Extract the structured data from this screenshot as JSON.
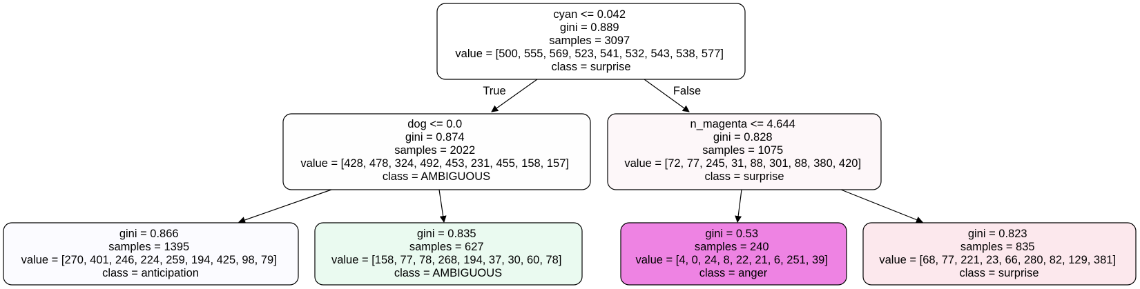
{
  "nodes": {
    "root": {
      "lines": [
        "cyan <= 0.042",
        "gini = 0.889",
        "samples = 3097",
        "value = [500, 555, 569, 523, 541, 532, 543, 538, 577]",
        "class = surprise"
      ],
      "fill": "#ffffff"
    },
    "left": {
      "lines": [
        "dog <= 0.0",
        "gini = 0.874",
        "samples = 2022",
        "value = [428, 478, 324, 492, 453, 231, 455, 158, 157]",
        "class = AMBIGUOUS"
      ],
      "fill": "#fefefe"
    },
    "right": {
      "lines": [
        "n_magenta <= 4.644",
        "gini = 0.828",
        "samples = 1075",
        "value = [72, 77, 245, 31, 88, 301, 88, 380, 420]",
        "class = surprise"
      ],
      "fill": "#fdf7f9"
    },
    "leaf1": {
      "lines": [
        "gini = 0.866",
        "samples = 1395",
        "value = [270, 401, 246, 224, 259, 194, 425, 98, 79]",
        "class = anticipation"
      ],
      "fill": "#fbfbff"
    },
    "leaf2": {
      "lines": [
        "gini = 0.835",
        "samples = 627",
        "value = [158, 77, 78, 268, 194, 37, 30, 60, 78]",
        "class = AMBIGUOUS"
      ],
      "fill": "#eafaf0"
    },
    "leaf3": {
      "lines": [
        "gini = 0.53",
        "samples = 240",
        "value = [4, 0, 24, 8, 22, 21, 6, 251, 39]",
        "class = anger"
      ],
      "fill": "#ee83e3"
    },
    "leaf4": {
      "lines": [
        "gini = 0.823",
        "samples = 835",
        "value = [68, 77, 221, 23, 66, 280, 82, 129, 381]",
        "class = surprise"
      ],
      "fill": "#fce8ed"
    }
  },
  "edges": {
    "true_label": "True",
    "false_label": "False"
  }
}
